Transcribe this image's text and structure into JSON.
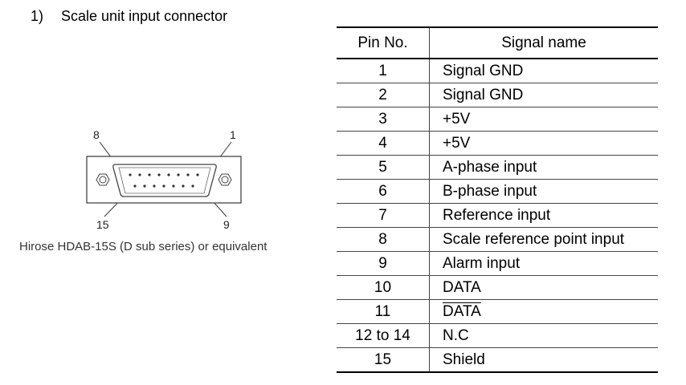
{
  "heading": {
    "number": "1)",
    "title": "Scale unit input connector"
  },
  "connector": {
    "label_pin8": "8",
    "label_pin1": "1",
    "label_pin15": "15",
    "label_pin9": "9",
    "caption": "Hirose HDAB-15S (D sub series) or equivalent"
  },
  "table": {
    "header_pin": "Pin No.",
    "header_signal": "Signal name",
    "rows": [
      {
        "pin": "1",
        "signal": "Signal GND"
      },
      {
        "pin": "2",
        "signal": "Signal GND"
      },
      {
        "pin": "3",
        "signal": "+5V"
      },
      {
        "pin": "4",
        "signal": "+5V"
      },
      {
        "pin": "5",
        "signal": "A-phase input"
      },
      {
        "pin": "6",
        "signal": "B-phase input"
      },
      {
        "pin": "7",
        "signal": "Reference input"
      },
      {
        "pin": "8",
        "signal": "Scale reference point input"
      },
      {
        "pin": "9",
        "signal": "Alarm input"
      },
      {
        "pin": "10",
        "signal": "DATA"
      },
      {
        "pin": "11",
        "signal": "DATA",
        "overline": true
      },
      {
        "pin": "12 to 14",
        "signal": "N.C"
      },
      {
        "pin": "15",
        "signal": "Shield"
      }
    ]
  }
}
